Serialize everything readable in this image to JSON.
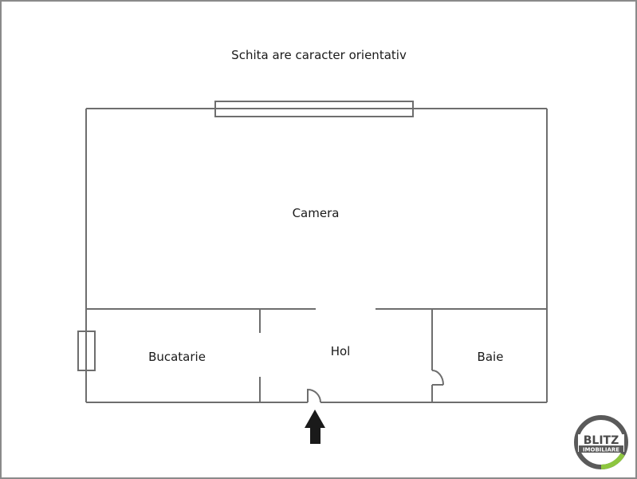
{
  "title": "Schita are caracter orientativ",
  "rooms": {
    "camera": "Camera",
    "bucatarie": "Bucatarie",
    "hol": "Hol",
    "baie": "Baie"
  },
  "logo": {
    "line1": "BLITZ",
    "line2": "IMOBILIARE",
    "ring_color": "#5a5a5a",
    "accent_color": "#8dc63f"
  },
  "colors": {
    "wall": "#6e6e6e",
    "arrow": "#1a1a1a",
    "frame": "#8a8a8a"
  }
}
